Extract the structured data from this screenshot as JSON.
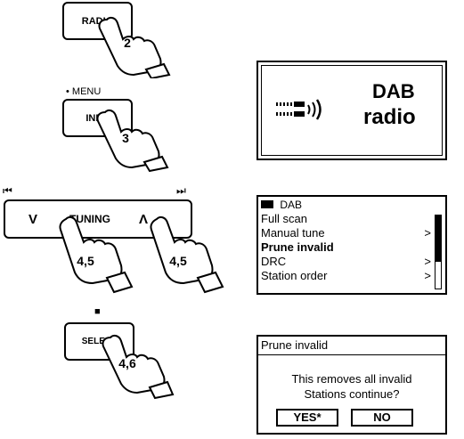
{
  "buttons": {
    "radio": {
      "label": "RADIO",
      "step": "2"
    },
    "info": {
      "label": "INFO",
      "step": "3",
      "menu_label": "• MENU"
    },
    "tuning": {
      "down_symbol": "V",
      "label": "TUNING",
      "up_symbol": "Λ",
      "prev_icon": "⏮",
      "next_icon": "⏭",
      "step_left": "4,5",
      "step_right": "4,5"
    },
    "select": {
      "label": "SELECT",
      "step": "4,6",
      "top_icon": "■"
    }
  },
  "display1": {
    "line1": "DAB",
    "line2": "radio",
    "icon": "dab-signal-icon"
  },
  "display2": {
    "title": "DAB",
    "items": [
      {
        "label": "Full scan",
        "arrow": ""
      },
      {
        "label": "Manual tune",
        "arrow": ">"
      },
      {
        "label": "Prune invalid",
        "arrow": ""
      },
      {
        "label": "DRC",
        "arrow": ">"
      },
      {
        "label": "Station order",
        "arrow": ">"
      }
    ]
  },
  "display3": {
    "title": "Prune invalid",
    "line1": "This removes all invalid",
    "line2": "Stations continue?",
    "yes": "YES",
    "yes_marker": "*",
    "no": "NO"
  }
}
